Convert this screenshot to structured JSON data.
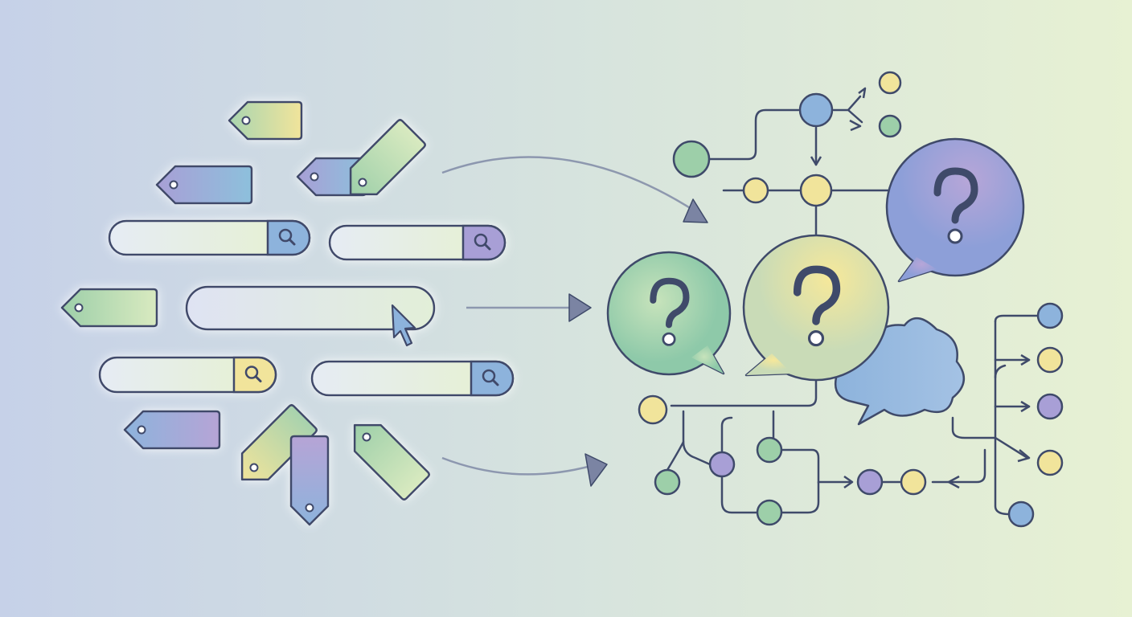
{
  "illustration": {
    "left_group": {
      "tags": [
        "tag-icon",
        "tag-icon",
        "tag-icon",
        "tag-icon",
        "tag-icon",
        "tag-icon",
        "tag-icon",
        "tag-icon",
        "tag-icon"
      ],
      "search_bars": [
        "search-bar",
        "search-bar",
        "search-bar",
        "search-bar",
        "search-bar"
      ],
      "search_icon": "magnifier-icon",
      "cursor_icon": "mouse-pointer-icon"
    },
    "arrows": [
      "curved-arrow-up",
      "straight-arrow",
      "curved-arrow-down"
    ],
    "right_group": {
      "question_bubbles": [
        "question-mark-icon",
        "question-mark-icon",
        "question-mark-icon"
      ],
      "cloud": "cloud-icon",
      "flow_nodes": "flowchart"
    }
  },
  "colors": {
    "background_left": "#c6d1e8",
    "background_right": "#e7f1d3",
    "stroke": "#3f4a6a",
    "yellow": "#f1e49b",
    "green": "#9dcfa9",
    "blue": "#8db3dc",
    "purple": "#a89fd6",
    "arrow": "#7b84a3"
  }
}
